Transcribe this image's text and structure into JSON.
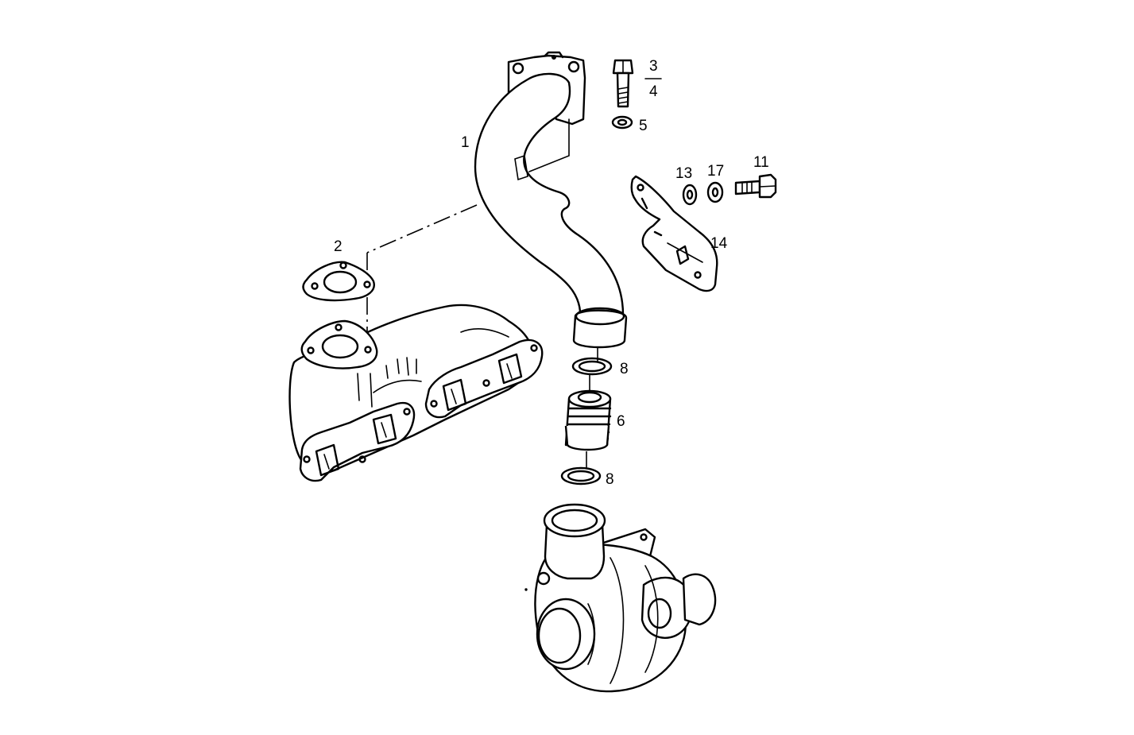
{
  "labels": {
    "p1": "1",
    "p2": "2",
    "p3": "3",
    "p4": "4",
    "p5": "5",
    "p6": "6",
    "p8a": "8",
    "p8b": "8",
    "p11": "11",
    "p13": "13",
    "p14": "14",
    "p17": "17"
  }
}
